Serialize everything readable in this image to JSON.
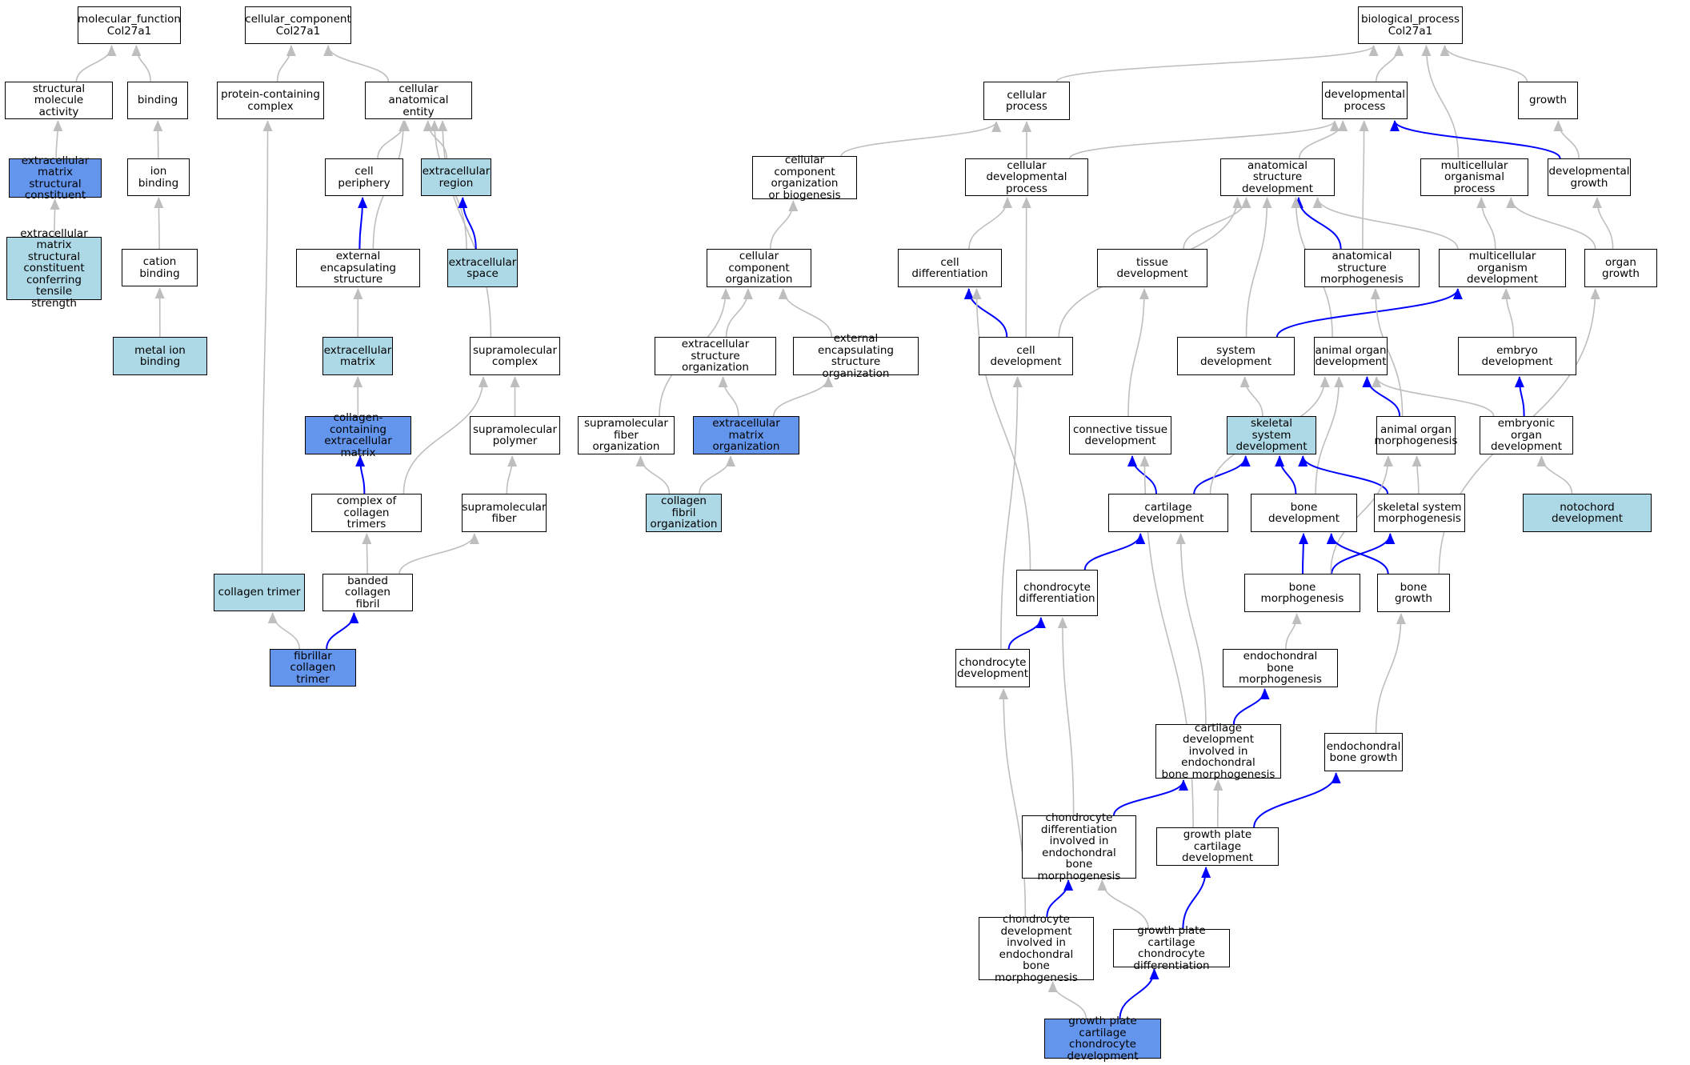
{
  "nodes": [
    {
      "id": "mf_root",
      "label": "molecular_function\nCol27a1",
      "style": "white"
    },
    {
      "id": "struct_mol",
      "label": "structural molecule\nactivity",
      "style": "white"
    },
    {
      "id": "binding",
      "label": "binding",
      "style": "white"
    },
    {
      "id": "ecm_struct",
      "label": "extracellular\nmatrix structural\nconstituent",
      "style": "dark"
    },
    {
      "id": "ion_binding",
      "label": "ion binding",
      "style": "white"
    },
    {
      "id": "ecm_tensile",
      "label": "extracellular\nmatrix structural\nconstituent\nconferring tensile\nstrength",
      "style": "light"
    },
    {
      "id": "cation_binding",
      "label": "cation binding",
      "style": "white"
    },
    {
      "id": "metal_ion",
      "label": "metal ion binding",
      "style": "light"
    },
    {
      "id": "cc_root",
      "label": "cellular_component\nCol27a1",
      "style": "white"
    },
    {
      "id": "protein_complex",
      "label": "protein-containing\ncomplex",
      "style": "white"
    },
    {
      "id": "cell_anat",
      "label": "cellular anatomical\nentity",
      "style": "white"
    },
    {
      "id": "cell_periph",
      "label": "cell periphery",
      "style": "white"
    },
    {
      "id": "ec_region",
      "label": "extracellular\nregion",
      "style": "light"
    },
    {
      "id": "ext_encaps",
      "label": "external encapsulating\nstructure",
      "style": "white"
    },
    {
      "id": "ec_space",
      "label": "extracellular\nspace",
      "style": "light"
    },
    {
      "id": "ecm",
      "label": "extracellular\nmatrix",
      "style": "light"
    },
    {
      "id": "supramol_complex",
      "label": "supramolecular\ncomplex",
      "style": "white"
    },
    {
      "id": "coll_ecm",
      "label": "collagen-containing\nextracellular\nmatrix",
      "style": "dark"
    },
    {
      "id": "supramol_polymer",
      "label": "supramolecular\npolymer",
      "style": "white"
    },
    {
      "id": "complex_coll",
      "label": "complex of collagen\ntrimers",
      "style": "white"
    },
    {
      "id": "supramol_fiber",
      "label": "supramolecular\nfiber",
      "style": "white"
    },
    {
      "id": "banded",
      "label": "banded collagen\nfibril",
      "style": "white"
    },
    {
      "id": "coll_trimer",
      "label": "collagen trimer",
      "style": "light"
    },
    {
      "id": "fib_coll_trimer",
      "label": "fibrillar collagen\ntrimer",
      "style": "dark"
    },
    {
      "id": "cell_proc",
      "label": "cellular process",
      "style": "white"
    },
    {
      "id": "ccob",
      "label": "cellular component\norganization\nor biogenesis",
      "style": "white"
    },
    {
      "id": "cco",
      "label": "cellular component\norganization",
      "style": "white"
    },
    {
      "id": "ec_struct_org",
      "label": "extracellular\nstructure organization",
      "style": "white"
    },
    {
      "id": "ext_encaps_org",
      "label": "external encapsulating\nstructure organization",
      "style": "white"
    },
    {
      "id": "supramol_fiber_org",
      "label": "supramolecular\nfiber organization",
      "style": "white"
    },
    {
      "id": "ecm_org",
      "label": "extracellular\nmatrix organization",
      "style": "dark"
    },
    {
      "id": "coll_fibril_org",
      "label": "collagen fibril\norganization",
      "style": "light"
    },
    {
      "id": "bp_root",
      "label": "biological_process\nCol27a1",
      "style": "white"
    },
    {
      "id": "dev_proc",
      "label": "developmental\nprocess",
      "style": "white"
    },
    {
      "id": "growth",
      "label": "growth",
      "style": "white"
    },
    {
      "id": "cell_dev_proc",
      "label": "cellular developmental\nprocess",
      "style": "white"
    },
    {
      "id": "anat_dev",
      "label": "anatomical structure\ndevelopment",
      "style": "white"
    },
    {
      "id": "multi_proc",
      "label": "multicellular\norganismal process",
      "style": "white"
    },
    {
      "id": "dev_growth",
      "label": "developmental\ngrowth",
      "style": "white"
    },
    {
      "id": "cell_diff",
      "label": "cell differentiation",
      "style": "white"
    },
    {
      "id": "tissue_dev",
      "label": "tissue development",
      "style": "white"
    },
    {
      "id": "anat_morph",
      "label": "anatomical structure\nmorphogenesis",
      "style": "white"
    },
    {
      "id": "multi_dev",
      "label": "multicellular\norganism development",
      "style": "white"
    },
    {
      "id": "organ_growth",
      "label": "organ growth",
      "style": "white"
    },
    {
      "id": "cell_dev",
      "label": "cell development",
      "style": "white"
    },
    {
      "id": "system_dev",
      "label": "system development",
      "style": "white"
    },
    {
      "id": "animal_organ_dev",
      "label": "animal organ\ndevelopment",
      "style": "white"
    },
    {
      "id": "embryo_dev",
      "label": "embryo development",
      "style": "white"
    },
    {
      "id": "ct_dev",
      "label": "connective tissue\ndevelopment",
      "style": "white"
    },
    {
      "id": "skel_dev",
      "label": "skeletal system\ndevelopment",
      "style": "light"
    },
    {
      "id": "animal_organ_morph",
      "label": "animal organ\nmorphogenesis",
      "style": "white"
    },
    {
      "id": "embryonic_organ_dev",
      "label": "embryonic organ\ndevelopment",
      "style": "white"
    },
    {
      "id": "cart_dev",
      "label": "cartilage development",
      "style": "white"
    },
    {
      "id": "bone_dev",
      "label": "bone development",
      "style": "white"
    },
    {
      "id": "skel_morph",
      "label": "skeletal system\nmorphogenesis",
      "style": "white"
    },
    {
      "id": "notochord",
      "label": "notochord development",
      "style": "light"
    },
    {
      "id": "chondro_diff",
      "label": "chondrocyte\ndifferentiation",
      "style": "white"
    },
    {
      "id": "bone_morph",
      "label": "bone morphogenesis",
      "style": "white"
    },
    {
      "id": "bone_growth",
      "label": "bone growth",
      "style": "white"
    },
    {
      "id": "chondro_dev",
      "label": "chondrocyte\ndevelopment",
      "style": "white"
    },
    {
      "id": "endo_bone_morph",
      "label": "endochondral\nbone morphogenesis",
      "style": "white"
    },
    {
      "id": "cart_endo",
      "label": "cartilage development\ninvolved in\nendochondral\nbone morphogenesis",
      "style": "white"
    },
    {
      "id": "endo_bone_growth",
      "label": "endochondral\nbone growth",
      "style": "white"
    },
    {
      "id": "chondro_diff_endo",
      "label": "chondrocyte\ndifferentiation\ninvolved in\nendochondral\nbone morphogenesis",
      "style": "white"
    },
    {
      "id": "gp_cart_dev",
      "label": "growth plate\ncartilage development",
      "style": "white"
    },
    {
      "id": "chondro_dev_endo",
      "label": "chondrocyte\ndevelopment\ninvolved in\nendochondral\nbone morphogenesis",
      "style": "white"
    },
    {
      "id": "gp_chondro_diff",
      "label": "growth plate\ncartilage chondrocyte\ndifferentiation",
      "style": "white"
    },
    {
      "id": "gp_chondro_dev",
      "label": "growth plate\ncartilage chondrocyte\ndevelopment",
      "style": "dark"
    }
  ],
  "edges": [
    {
      "from": "struct_mol",
      "to": "mf_root",
      "color": "gray"
    },
    {
      "from": "binding",
      "to": "mf_root",
      "color": "gray"
    },
    {
      "from": "ecm_struct",
      "to": "struct_mol",
      "color": "gray"
    },
    {
      "from": "ion_binding",
      "to": "binding",
      "color": "gray"
    },
    {
      "from": "ecm_tensile",
      "to": "ecm_struct",
      "color": "gray"
    },
    {
      "from": "cation_binding",
      "to": "ion_binding",
      "color": "gray"
    },
    {
      "from": "metal_ion",
      "to": "cation_binding",
      "color": "gray"
    },
    {
      "from": "protein_complex",
      "to": "cc_root",
      "color": "gray"
    },
    {
      "from": "cell_anat",
      "to": "cc_root",
      "color": "gray"
    },
    {
      "from": "cell_periph",
      "to": "cell_anat",
      "color": "gray"
    },
    {
      "from": "ec_region",
      "to": "cell_anat",
      "color": "gray"
    },
    {
      "from": "ext_encaps",
      "to": "cell_anat",
      "color": "gray"
    },
    {
      "from": "ec_space",
      "to": "cell_anat",
      "color": "gray"
    },
    {
      "from": "supramol_complex",
      "to": "cell_anat",
      "color": "gray"
    },
    {
      "from": "ext_encaps",
      "to": "cell_periph",
      "color": "blue"
    },
    {
      "from": "ec_space",
      "to": "ec_region",
      "color": "blue"
    },
    {
      "from": "ecm",
      "to": "ext_encaps",
      "color": "gray"
    },
    {
      "from": "coll_ecm",
      "to": "ecm",
      "color": "gray"
    },
    {
      "from": "complex_coll",
      "to": "coll_ecm",
      "color": "blue"
    },
    {
      "from": "complex_coll",
      "to": "supramol_complex",
      "color": "gray"
    },
    {
      "from": "supramol_polymer",
      "to": "supramol_complex",
      "color": "gray"
    },
    {
      "from": "supramol_fiber",
      "to": "supramol_polymer",
      "color": "gray"
    },
    {
      "from": "banded",
      "to": "complex_coll",
      "color": "gray"
    },
    {
      "from": "banded",
      "to": "supramol_fiber",
      "color": "gray"
    },
    {
      "from": "coll_trimer",
      "to": "protein_complex",
      "color": "gray"
    },
    {
      "from": "fib_coll_trimer",
      "to": "coll_trimer",
      "color": "gray"
    },
    {
      "from": "fib_coll_trimer",
      "to": "banded",
      "color": "blue"
    },
    {
      "from": "cell_proc",
      "to": "bp_root",
      "color": "gray"
    },
    {
      "from": "dev_proc",
      "to": "bp_root",
      "color": "gray"
    },
    {
      "from": "growth",
      "to": "bp_root",
      "color": "gray"
    },
    {
      "from": "multi_proc",
      "to": "bp_root",
      "color": "gray"
    },
    {
      "from": "ccob",
      "to": "cell_proc",
      "color": "gray"
    },
    {
      "from": "cell_dev_proc",
      "to": "cell_proc",
      "color": "gray"
    },
    {
      "from": "cell_dev_proc",
      "to": "dev_proc",
      "color": "gray"
    },
    {
      "from": "anat_dev",
      "to": "dev_proc",
      "color": "gray"
    },
    {
      "from": "anat_morph",
      "to": "dev_proc",
      "color": "gray"
    },
    {
      "from": "dev_growth",
      "to": "dev_proc",
      "color": "blue"
    },
    {
      "from": "dev_growth",
      "to": "growth",
      "color": "gray"
    },
    {
      "from": "cco",
      "to": "ccob",
      "color": "gray"
    },
    {
      "from": "ec_struct_org",
      "to": "cco",
      "color": "gray"
    },
    {
      "from": "ext_encaps_org",
      "to": "cco",
      "color": "gray"
    },
    {
      "from": "supramol_fiber_org",
      "to": "cco",
      "color": "gray"
    },
    {
      "from": "ecm_org",
      "to": "ec_struct_org",
      "color": "gray"
    },
    {
      "from": "ecm_org",
      "to": "ext_encaps_org",
      "color": "gray"
    },
    {
      "from": "coll_fibril_org",
      "to": "supramol_fiber_org",
      "color": "gray"
    },
    {
      "from": "coll_fibril_org",
      "to": "ecm_org",
      "color": "gray"
    },
    {
      "from": "cell_diff",
      "to": "cell_dev_proc",
      "color": "gray"
    },
    {
      "from": "cell_dev",
      "to": "cell_dev_proc",
      "color": "gray"
    },
    {
      "from": "cell_dev",
      "to": "anat_dev",
      "color": "gray"
    },
    {
      "from": "cell_dev",
      "to": "cell_diff",
      "color": "blue"
    },
    {
      "from": "tissue_dev",
      "to": "anat_dev",
      "color": "gray"
    },
    {
      "from": "anat_morph",
      "to": "anat_dev",
      "color": "blue"
    },
    {
      "from": "multi_dev",
      "to": "anat_dev",
      "color": "gray"
    },
    {
      "from": "multi_dev",
      "to": "multi_proc",
      "color": "gray"
    },
    {
      "from": "system_dev",
      "to": "anat_dev",
      "color": "gray"
    },
    {
      "from": "animal_organ_dev",
      "to": "anat_dev",
      "color": "gray"
    },
    {
      "from": "organ_growth",
      "to": "multi_proc",
      "color": "gray"
    },
    {
      "from": "organ_growth",
      "to": "dev_growth",
      "color": "gray"
    },
    {
      "from": "system_dev",
      "to": "multi_dev",
      "color": "blue"
    },
    {
      "from": "embryo_dev",
      "to": "multi_dev",
      "color": "gray"
    },
    {
      "from": "ct_dev",
      "to": "tissue_dev",
      "color": "gray"
    },
    {
      "from": "skel_dev",
      "to": "system_dev",
      "color": "gray"
    },
    {
      "from": "animal_organ_morph",
      "to": "animal_organ_dev",
      "color": "blue"
    },
    {
      "from": "animal_organ_morph",
      "to": "anat_morph",
      "color": "gray"
    },
    {
      "from": "embryonic_organ_dev",
      "to": "animal_organ_dev",
      "color": "gray"
    },
    {
      "from": "embryonic_organ_dev",
      "to": "embryo_dev",
      "color": "blue"
    },
    {
      "from": "cart_dev",
      "to": "ct_dev",
      "color": "blue"
    },
    {
      "from": "cart_dev",
      "to": "skel_dev",
      "color": "blue"
    },
    {
      "from": "cart_dev",
      "to": "animal_organ_dev",
      "color": "gray"
    },
    {
      "from": "bone_dev",
      "to": "skel_dev",
      "color": "blue"
    },
    {
      "from": "bone_dev",
      "to": "animal_organ_dev",
      "color": "gray"
    },
    {
      "from": "skel_morph",
      "to": "skel_dev",
      "color": "blue"
    },
    {
      "from": "skel_morph",
      "to": "animal_organ_morph",
      "color": "gray"
    },
    {
      "from": "notochord",
      "to": "embryonic_organ_dev",
      "color": "gray"
    },
    {
      "from": "chondro_diff",
      "to": "cart_dev",
      "color": "blue"
    },
    {
      "from": "chondro_diff",
      "to": "cell_diff",
      "color": "gray"
    },
    {
      "from": "bone_morph",
      "to": "bone_dev",
      "color": "blue"
    },
    {
      "from": "bone_morph",
      "to": "skel_morph",
      "color": "blue"
    },
    {
      "from": "bone_morph",
      "to": "animal_organ_morph",
      "color": "gray"
    },
    {
      "from": "bone_growth",
      "to": "bone_dev",
      "color": "blue"
    },
    {
      "from": "bone_growth",
      "to": "organ_growth",
      "color": "gray"
    },
    {
      "from": "chondro_dev",
      "to": "chondro_diff",
      "color": "blue"
    },
    {
      "from": "chondro_dev",
      "to": "cell_dev",
      "color": "gray"
    },
    {
      "from": "endo_bone_morph",
      "to": "bone_morph",
      "color": "gray"
    },
    {
      "from": "cart_endo",
      "to": "endo_bone_morph",
      "color": "blue"
    },
    {
      "from": "cart_endo",
      "to": "cart_dev",
      "color": "gray"
    },
    {
      "from": "endo_bone_growth",
      "to": "bone_growth",
      "color": "gray"
    },
    {
      "from": "chondro_diff_endo",
      "to": "cart_endo",
      "color": "blue"
    },
    {
      "from": "chondro_diff_endo",
      "to": "chondro_diff",
      "color": "gray"
    },
    {
      "from": "gp_cart_dev",
      "to": "cart_endo",
      "color": "gray"
    },
    {
      "from": "gp_cart_dev",
      "to": "endo_bone_growth",
      "color": "blue"
    },
    {
      "from": "gp_cart_dev",
      "to": "ct_dev",
      "color": "gray"
    },
    {
      "from": "chondro_dev_endo",
      "to": "chondro_diff_endo",
      "color": "blue"
    },
    {
      "from": "chondro_dev_endo",
      "to": "chondro_dev",
      "color": "gray"
    },
    {
      "from": "gp_chondro_diff",
      "to": "gp_cart_dev",
      "color": "blue"
    },
    {
      "from": "gp_chondro_diff",
      "to": "chondro_diff_endo",
      "color": "gray"
    },
    {
      "from": "gp_chondro_dev",
      "to": "gp_chondro_diff",
      "color": "blue"
    },
    {
      "from": "gp_chondro_dev",
      "to": "chondro_dev_endo",
      "color": "gray"
    }
  ],
  "colors": {
    "light": "#add8e6",
    "dark": "#6495ed",
    "white": "#ffffff",
    "blue_edge": "#0000ff",
    "gray_edge": "#bebebe"
  }
}
